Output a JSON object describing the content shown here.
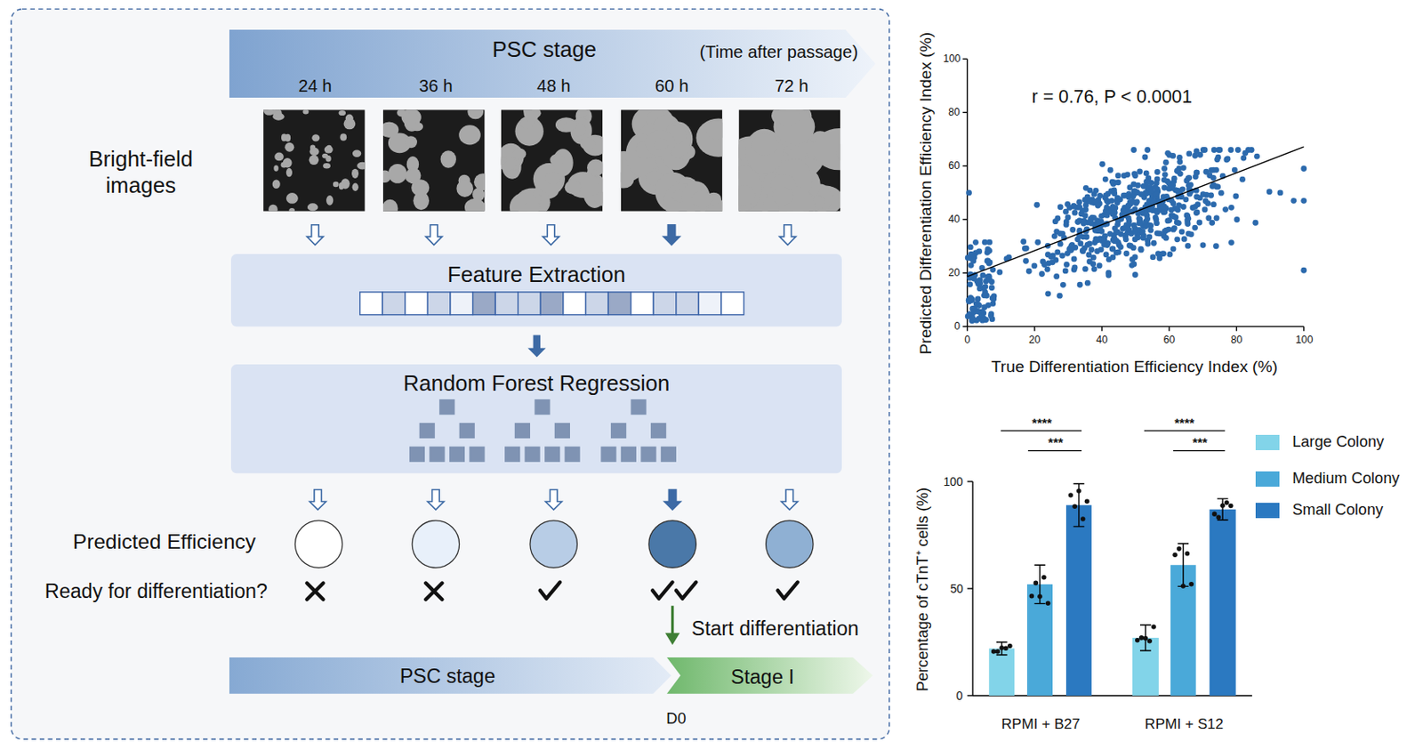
{
  "diagram": {
    "nodes": [
      {
        "text": [
          "PSC stage",
          "(Time after passage)",
          "24 h",
          "36 h",
          "48 h",
          "60 h",
          "72 h"
        ]
      },
      {
        "text": [
          "Feature Extraction"
        ]
      },
      {
        "text": [
          "Random Forest Regression"
        ]
      },
      {
        "text": [
          "PSC stage"
        ]
      },
      {
        "text": [
          "Stage I"
        ]
      }
    ],
    "edges": [
      {
        "from": 1,
        "to": 2,
        "arrow": "to"
      }
    ],
    "labels": [
      "Bright-field images",
      "Predicted Efficiency",
      "Ready for differentiation?",
      "Start differentiation",
      "D0",
      "r = 0.76, P < 0.0001",
      "Predicted Differentiation Efficiency Index (%)",
      "True Differentiation Efficiency Index (%)",
      "0",
      "20",
      "40",
      "60",
      "80",
      "100",
      "0",
      "20",
      "40",
      "60",
      "80",
      "100",
      "Percentage of cTnT⁺ cells (%)",
      "0",
      "50",
      "100",
      "****",
      "***",
      "****",
      "***",
      "RPMI + B27",
      "RPMI + S12"
    ],
    "legend": [
      {
        "text": "Large Colony",
        "color": "#82d4e9"
      },
      {
        "text": "Medium Colony",
        "color": "#4aa9d9"
      },
      {
        "text": "Small Colony",
        "color": "#2b79c1"
      }
    ]
  }
}
